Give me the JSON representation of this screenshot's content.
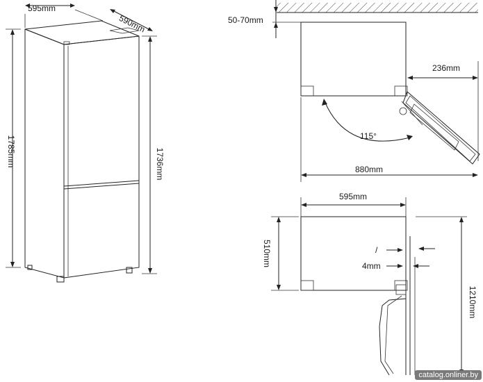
{
  "labels": {
    "width_top": "595mm",
    "depth_top": "590mm",
    "height_total": "1785mm",
    "height_body": "1736mm",
    "wall_gap": "50-70mm",
    "door_protrusion": "236mm",
    "door_angle": "115°",
    "open_depth": "880mm",
    "plan_width": "595mm",
    "plan_depth": "510mm",
    "slash_mark": "/",
    "gap_4mm": "4mm",
    "side_height": "1210mm"
  },
  "watermark": "catalog.onliner.by"
}
